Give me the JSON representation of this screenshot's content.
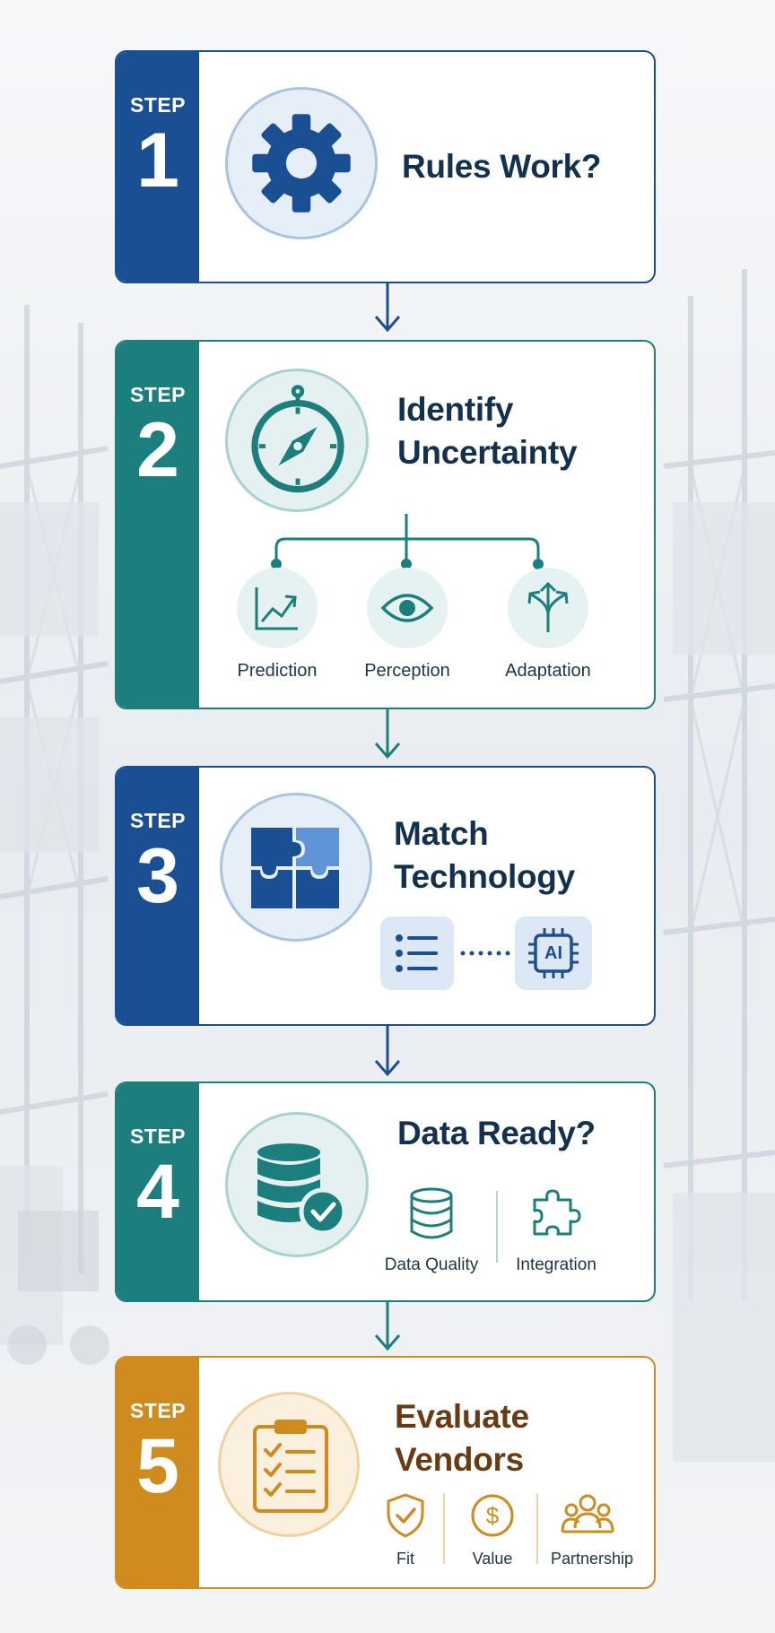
{
  "colors": {
    "blue": "#1a4f94",
    "teal": "#1c7e7d",
    "gold": "#cf8b1e",
    "title_dark": "#13314e",
    "gold_dark": "#6a3b12"
  },
  "step_label": "STEP",
  "steps": [
    {
      "number": "1",
      "title": "Rules Work?",
      "icon": "gear-icon",
      "items": []
    },
    {
      "number": "2",
      "title": "Identify\nUncertainty",
      "icon": "compass-icon",
      "items": [
        {
          "label": "Prediction",
          "icon": "trend-chart-icon"
        },
        {
          "label": "Perception",
          "icon": "eye-icon"
        },
        {
          "label": "Adaptation",
          "icon": "branch-arrows-icon"
        }
      ]
    },
    {
      "number": "3",
      "title": "Match\nTechnology",
      "icon": "puzzle-icon",
      "items": [
        {
          "label": "",
          "icon": "list-icon"
        },
        {
          "label": "AI",
          "icon": "ai-chip-icon"
        }
      ]
    },
    {
      "number": "4",
      "title": "Data Ready?",
      "icon": "database-check-icon",
      "items": [
        {
          "label": "Data Quality",
          "icon": "database-icon"
        },
        {
          "label": "Integration",
          "icon": "puzzle-piece-icon"
        }
      ]
    },
    {
      "number": "5",
      "title": "Evaluate\nVendors",
      "icon": "clipboard-checklist-icon",
      "items": [
        {
          "label": "Fit",
          "icon": "shield-check-icon"
        },
        {
          "label": "Value",
          "icon": "dollar-coin-icon"
        },
        {
          "label": "Partnership",
          "icon": "people-group-icon"
        }
      ]
    }
  ]
}
